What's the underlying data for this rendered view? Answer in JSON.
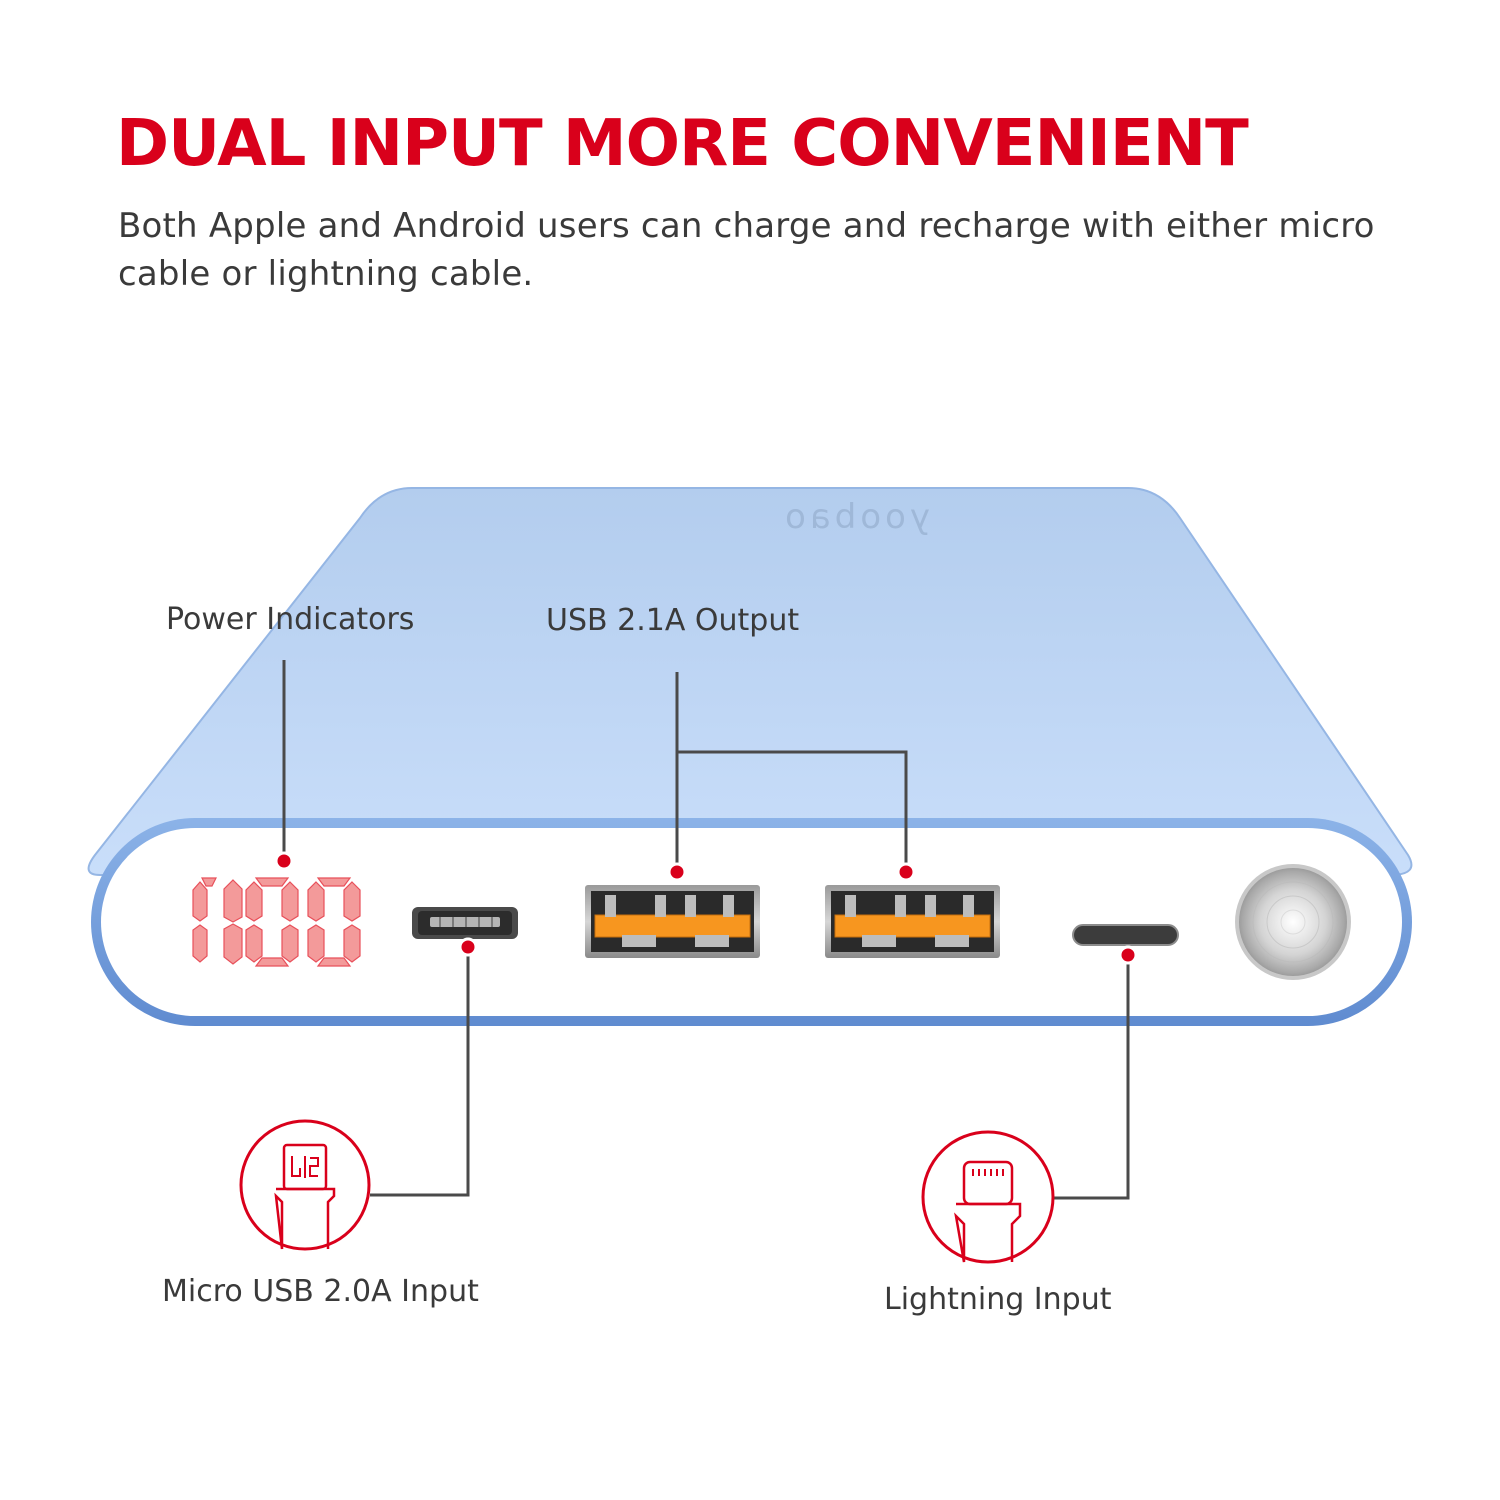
{
  "headline": "DUAL INPUT MORE CONVENIENT",
  "subtitle": "Both Apple and Android users can charge and recharge with either micro cable or lightning cable.",
  "device": {
    "brand_mark": "yoobao",
    "display_reading": "100"
  },
  "callouts": {
    "power_indicators": "Power Indicators",
    "usb_output": "USB 2.1A Output",
    "micro_usb_input": "Micro USB 2.0A Input",
    "lightning_input": "Lightning Input"
  },
  "icons": {
    "micro_usb": "micro-usb-plug-icon",
    "lightning": "lightning-plug-icon"
  },
  "colors": {
    "accent_red": "#d9001b",
    "device_blue": "#b9d3f2",
    "device_rim": "#6f9ad8",
    "usb_tongue": "#f7961f",
    "led_red": "#f08080",
    "callout_line": "#4a4a4a"
  }
}
